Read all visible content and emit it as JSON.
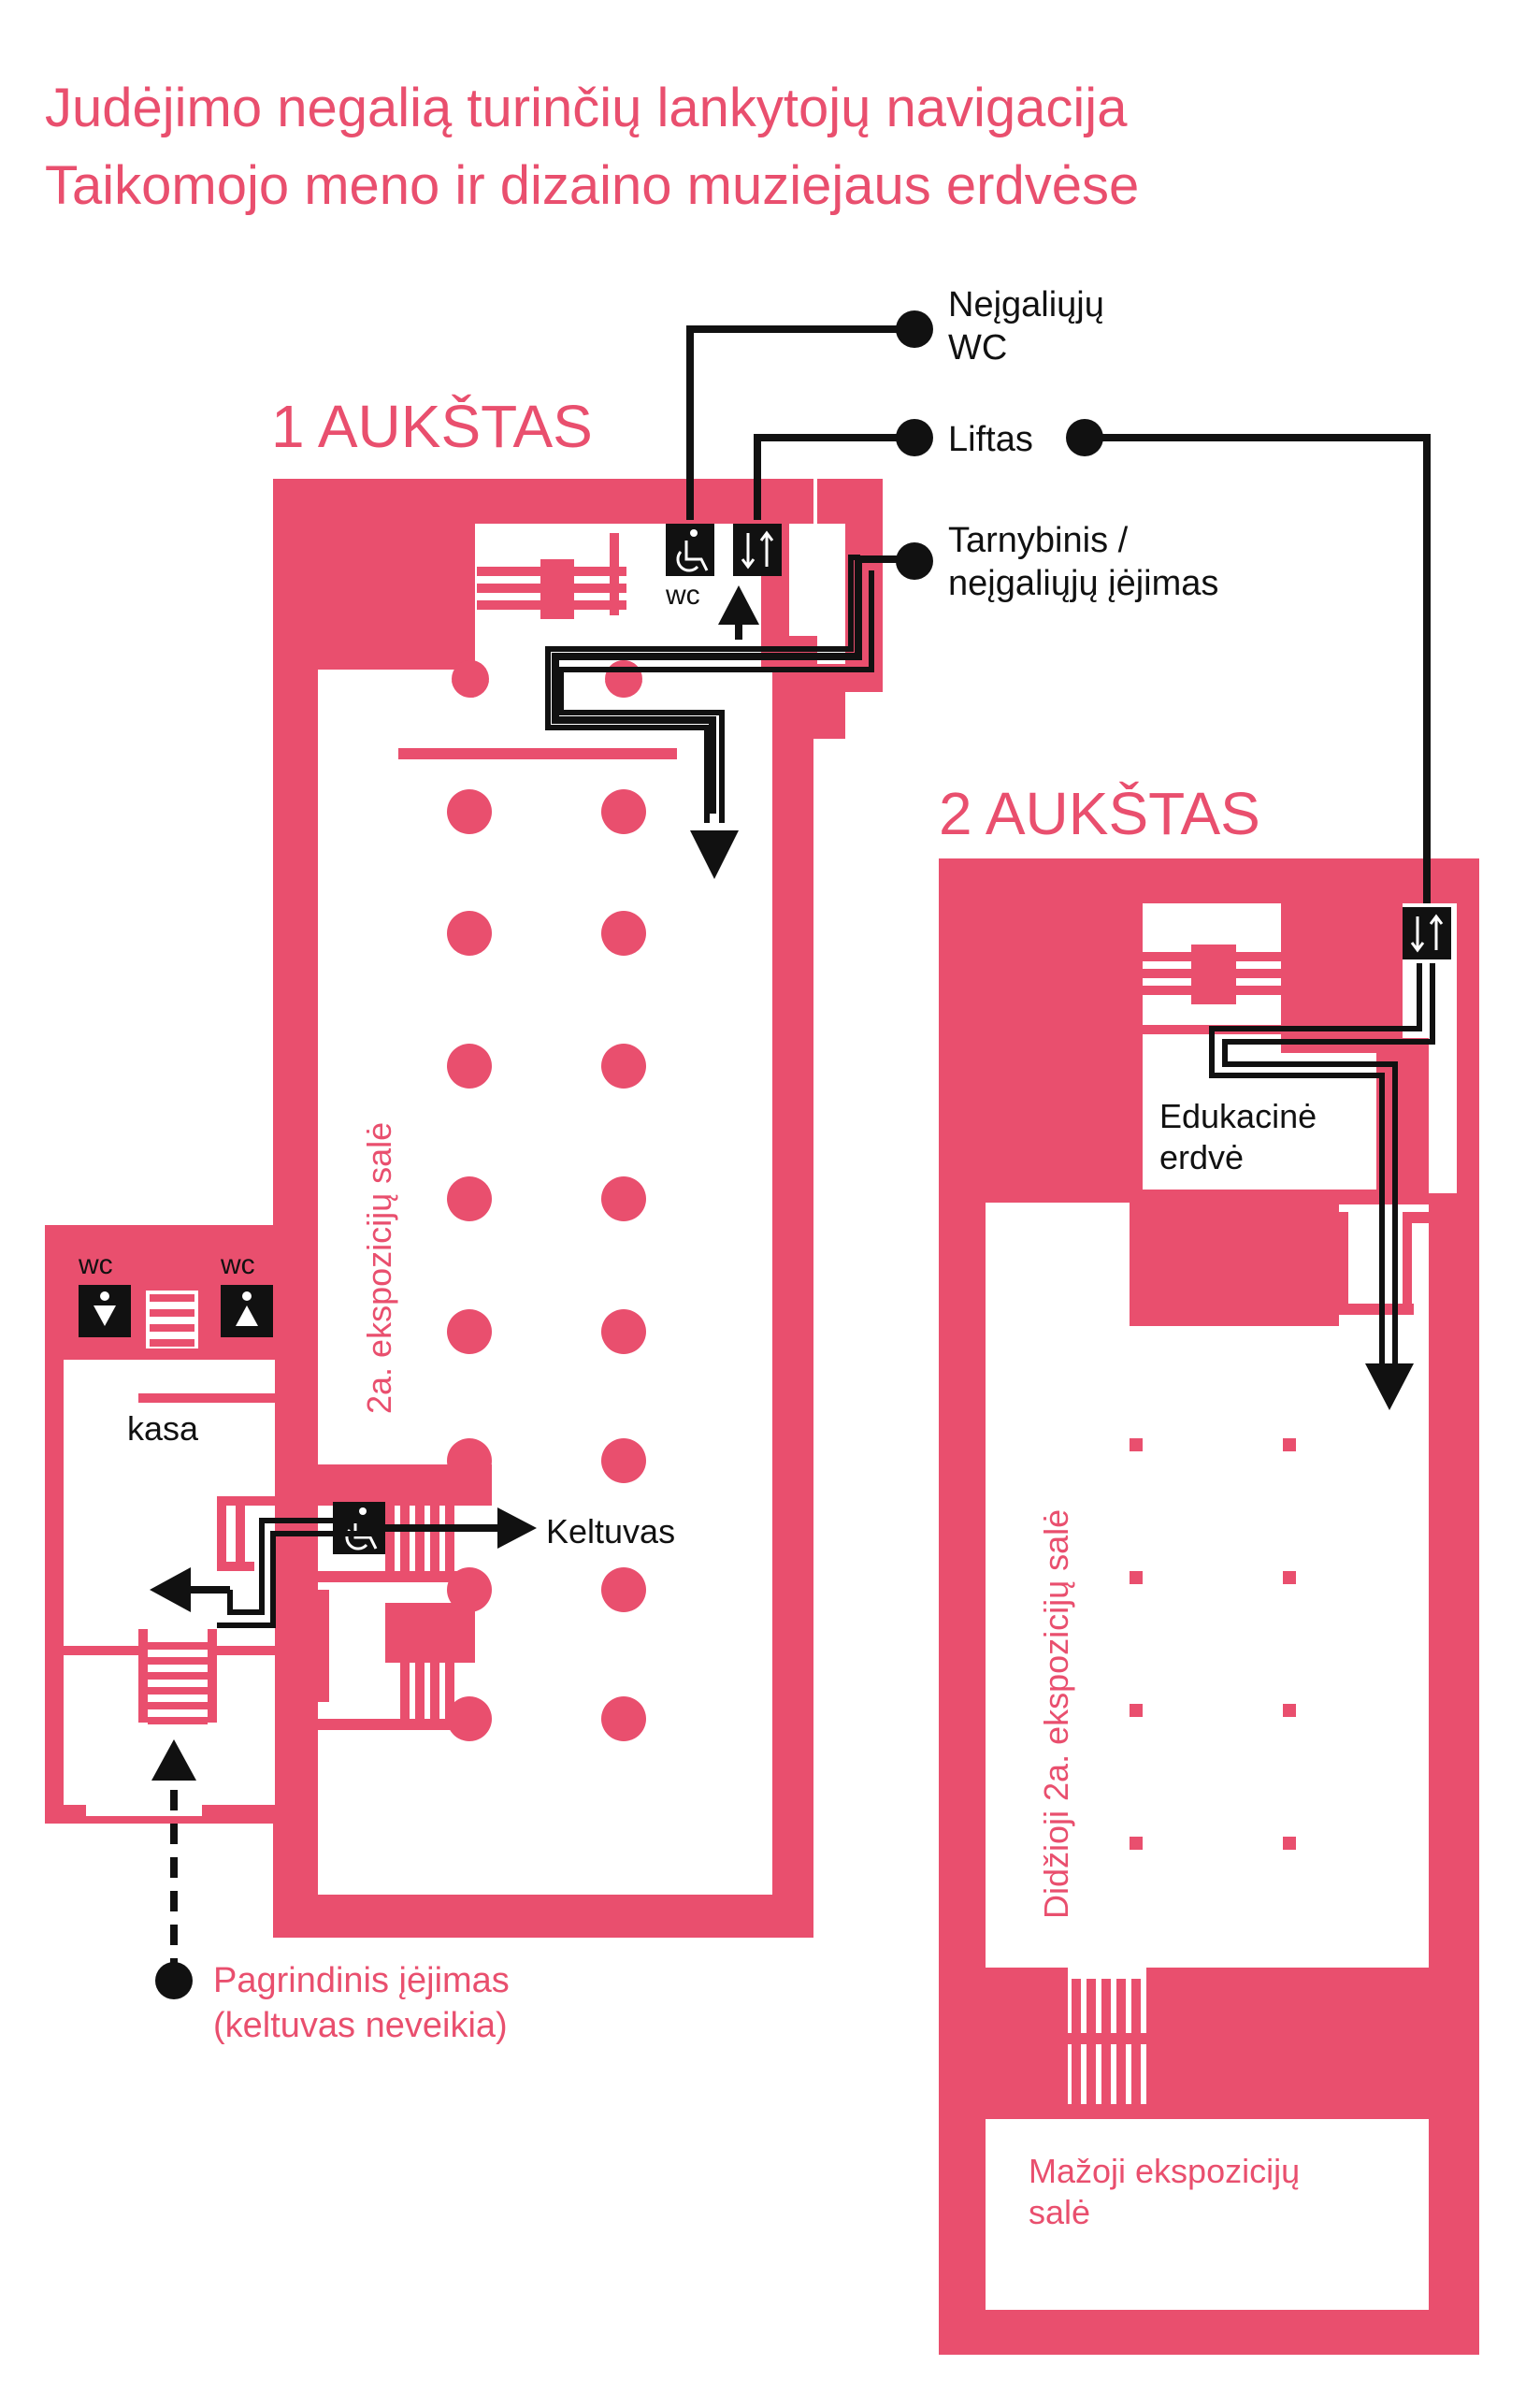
{
  "title": {
    "line1": "Judėjimo negalią turinčių lankytojų navigacija",
    "line2": "Taikomojo meno ir dizaino muziejaus erdvėse"
  },
  "floors": {
    "floor1": "1 AUKŠTAS",
    "floor2": "2 AUKŠTAS"
  },
  "legend": {
    "disabled_wc": [
      "Neįgaliųjų",
      "WC"
    ],
    "elevator": "Liftas",
    "service_entrance": [
      "Tarnybinis /",
      "neįgaliųjų įėjimas"
    ]
  },
  "rooms": {
    "hall_2a": "2a. ekspozicijų salė",
    "cashier": "kasa",
    "lift": "Keltuvas",
    "education": [
      "Edukacinė",
      "erdvė"
    ],
    "grand_hall": "Didžioji 2a. ekspozicijų salė",
    "small_hall": [
      "Mažoji ekspozicijų",
      "salė"
    ]
  },
  "main_entrance": [
    "Pagrindinis įėjimas",
    "(keltuvas neveikia)"
  ],
  "wc_label": "wc",
  "icons": {
    "wheelchair": "wheelchair-icon",
    "elevator": "elevator-arrows-icon",
    "male_wc": "male-toilet-icon",
    "female_wc": "female-toilet-icon",
    "route_arrow": "route-arrow-icon"
  },
  "colors": {
    "accent": "#e94f6e",
    "route": "#111111",
    "background": "#ffffff"
  }
}
